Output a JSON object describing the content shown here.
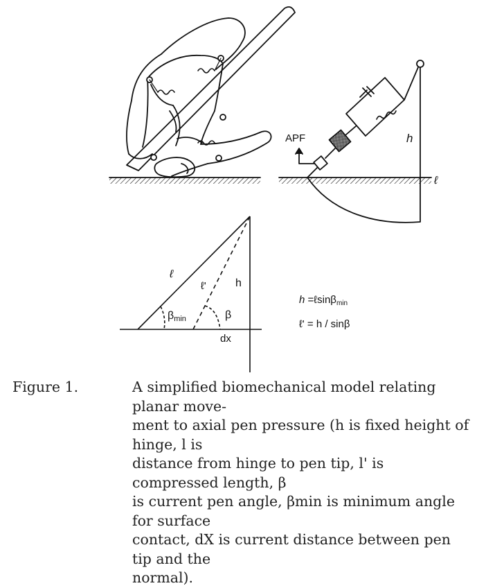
{
  "figure": {
    "hand_panel": {
      "description_icon": "hand-holding-pen-illustration"
    },
    "model_panel": {
      "apf_label": "APF",
      "h_label": "h",
      "ell_label": "ℓ"
    },
    "triangle_panel": {
      "ell_label": "ℓ",
      "ell_prime_label": "ℓ'",
      "h_label": "h",
      "beta_min_label": "β",
      "beta_min_sub": "min",
      "beta_label": "β",
      "dx_label": "dx",
      "eq1": "h = ℓsinβmin",
      "eq1_parts": {
        "lhs": "h",
        "eq": " =",
        "rhs": "ℓsinβ",
        "sub": "min"
      },
      "eq2_parts": {
        "lhs": "ℓ'",
        "eq": " = ",
        "rhs": "h / sinβ"
      }
    }
  },
  "caption": {
    "label": "Figure 1.",
    "text": "A simplified biomechanical model relating planar movement to axial pen pressure (h is fixed height of hinge, l is distance from hinge to pen tip, l' is compressed length, β is current pen angle, βmin is minimum angle for surface contact, dX is current distance between pen tip and the normal).",
    "lines": [
      "A simplified biomechanical model relating planar move-",
      "ment to axial pen pressure (h is fixed height of hinge, l is",
      "distance from hinge to pen tip, l' is compressed length, β",
      "is current pen angle, βmin is minimum angle for surface",
      "contact, dX is current distance between pen tip and the",
      "normal)."
    ]
  }
}
